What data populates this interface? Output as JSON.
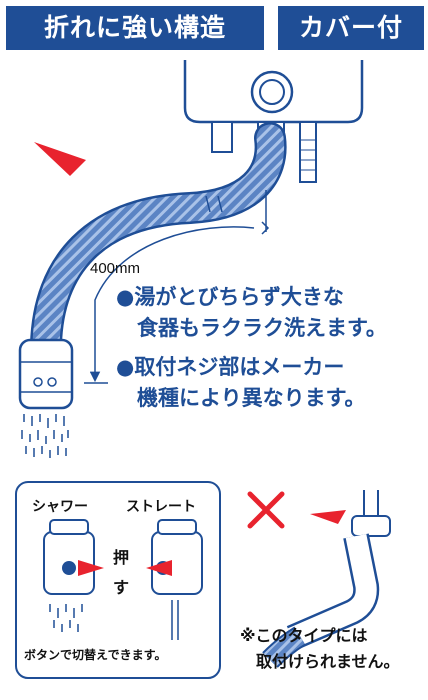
{
  "header": {
    "badge_left": "折れに強い構造",
    "badge_right": "カバー付"
  },
  "diagram": {
    "length_label": "400mm"
  },
  "features": {
    "line1": "●湯がとびちらず大きな",
    "line2": "食器もラクラク洗えます。",
    "line3": "●取付ネジ部はメーカー",
    "line4": "機種により異なります。"
  },
  "switch_box": {
    "label_shower": "シャワー",
    "label_straight": "ストレート",
    "push_char1": "押",
    "push_char2": "す",
    "caption": "ボタンで切替えできます。"
  },
  "warning": {
    "mark": "✕",
    "line1": "※このタイプには",
    "line2": "取付けられません。"
  },
  "colors": {
    "brand_blue": "#1f4e96",
    "hose_blue": "#5b84c4",
    "arrow_red": "#e8232e"
  }
}
